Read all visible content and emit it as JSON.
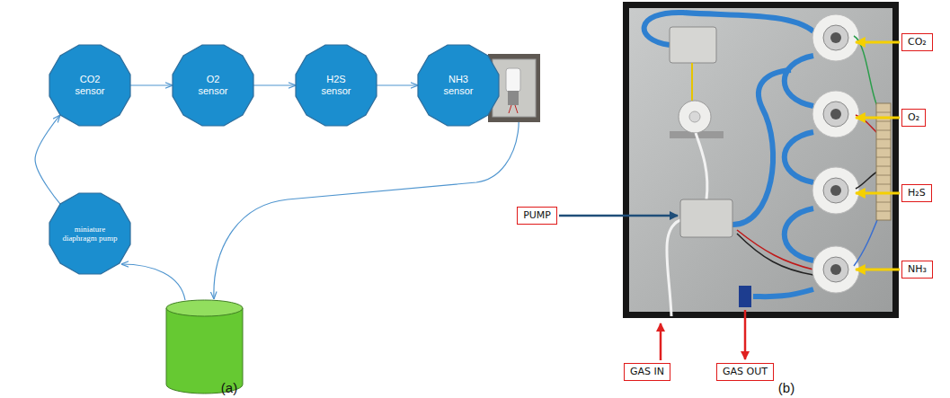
{
  "diagram": {
    "nodes": [
      {
        "text": [
          "CO2 sensor"
        ]
      },
      {
        "text": [
          "O2 sensor"
        ]
      },
      {
        "text": [
          "H2S sensor"
        ]
      },
      {
        "text": [
          "NH3 sensor"
        ]
      },
      {
        "text": [
          "miniature diaphragm pump"
        ]
      },
      {
        "text": [
          "CO₂"
        ]
      },
      {
        "text": [
          "O₂"
        ]
      },
      {
        "text": [
          "PUMP"
        ]
      },
      {
        "text": [
          "H₂S"
        ]
      },
      {
        "text": [
          "NH₃"
        ]
      },
      {
        "text": [
          "GAS IN"
        ]
      },
      {
        "text": [
          "GAS OUT"
        ]
      }
    ],
    "edges": [
      {
        "from": 0,
        "to": 1,
        "arrow": "to"
      },
      {
        "from": 1,
        "to": 2,
        "arrow": "to"
      },
      {
        "from": 2,
        "to": 3,
        "arrow": "to"
      },
      {
        "from": 4,
        "to": 0,
        "arrow": "to"
      }
    ],
    "labels": [
      "(a)",
      "(b)"
    ]
  }
}
